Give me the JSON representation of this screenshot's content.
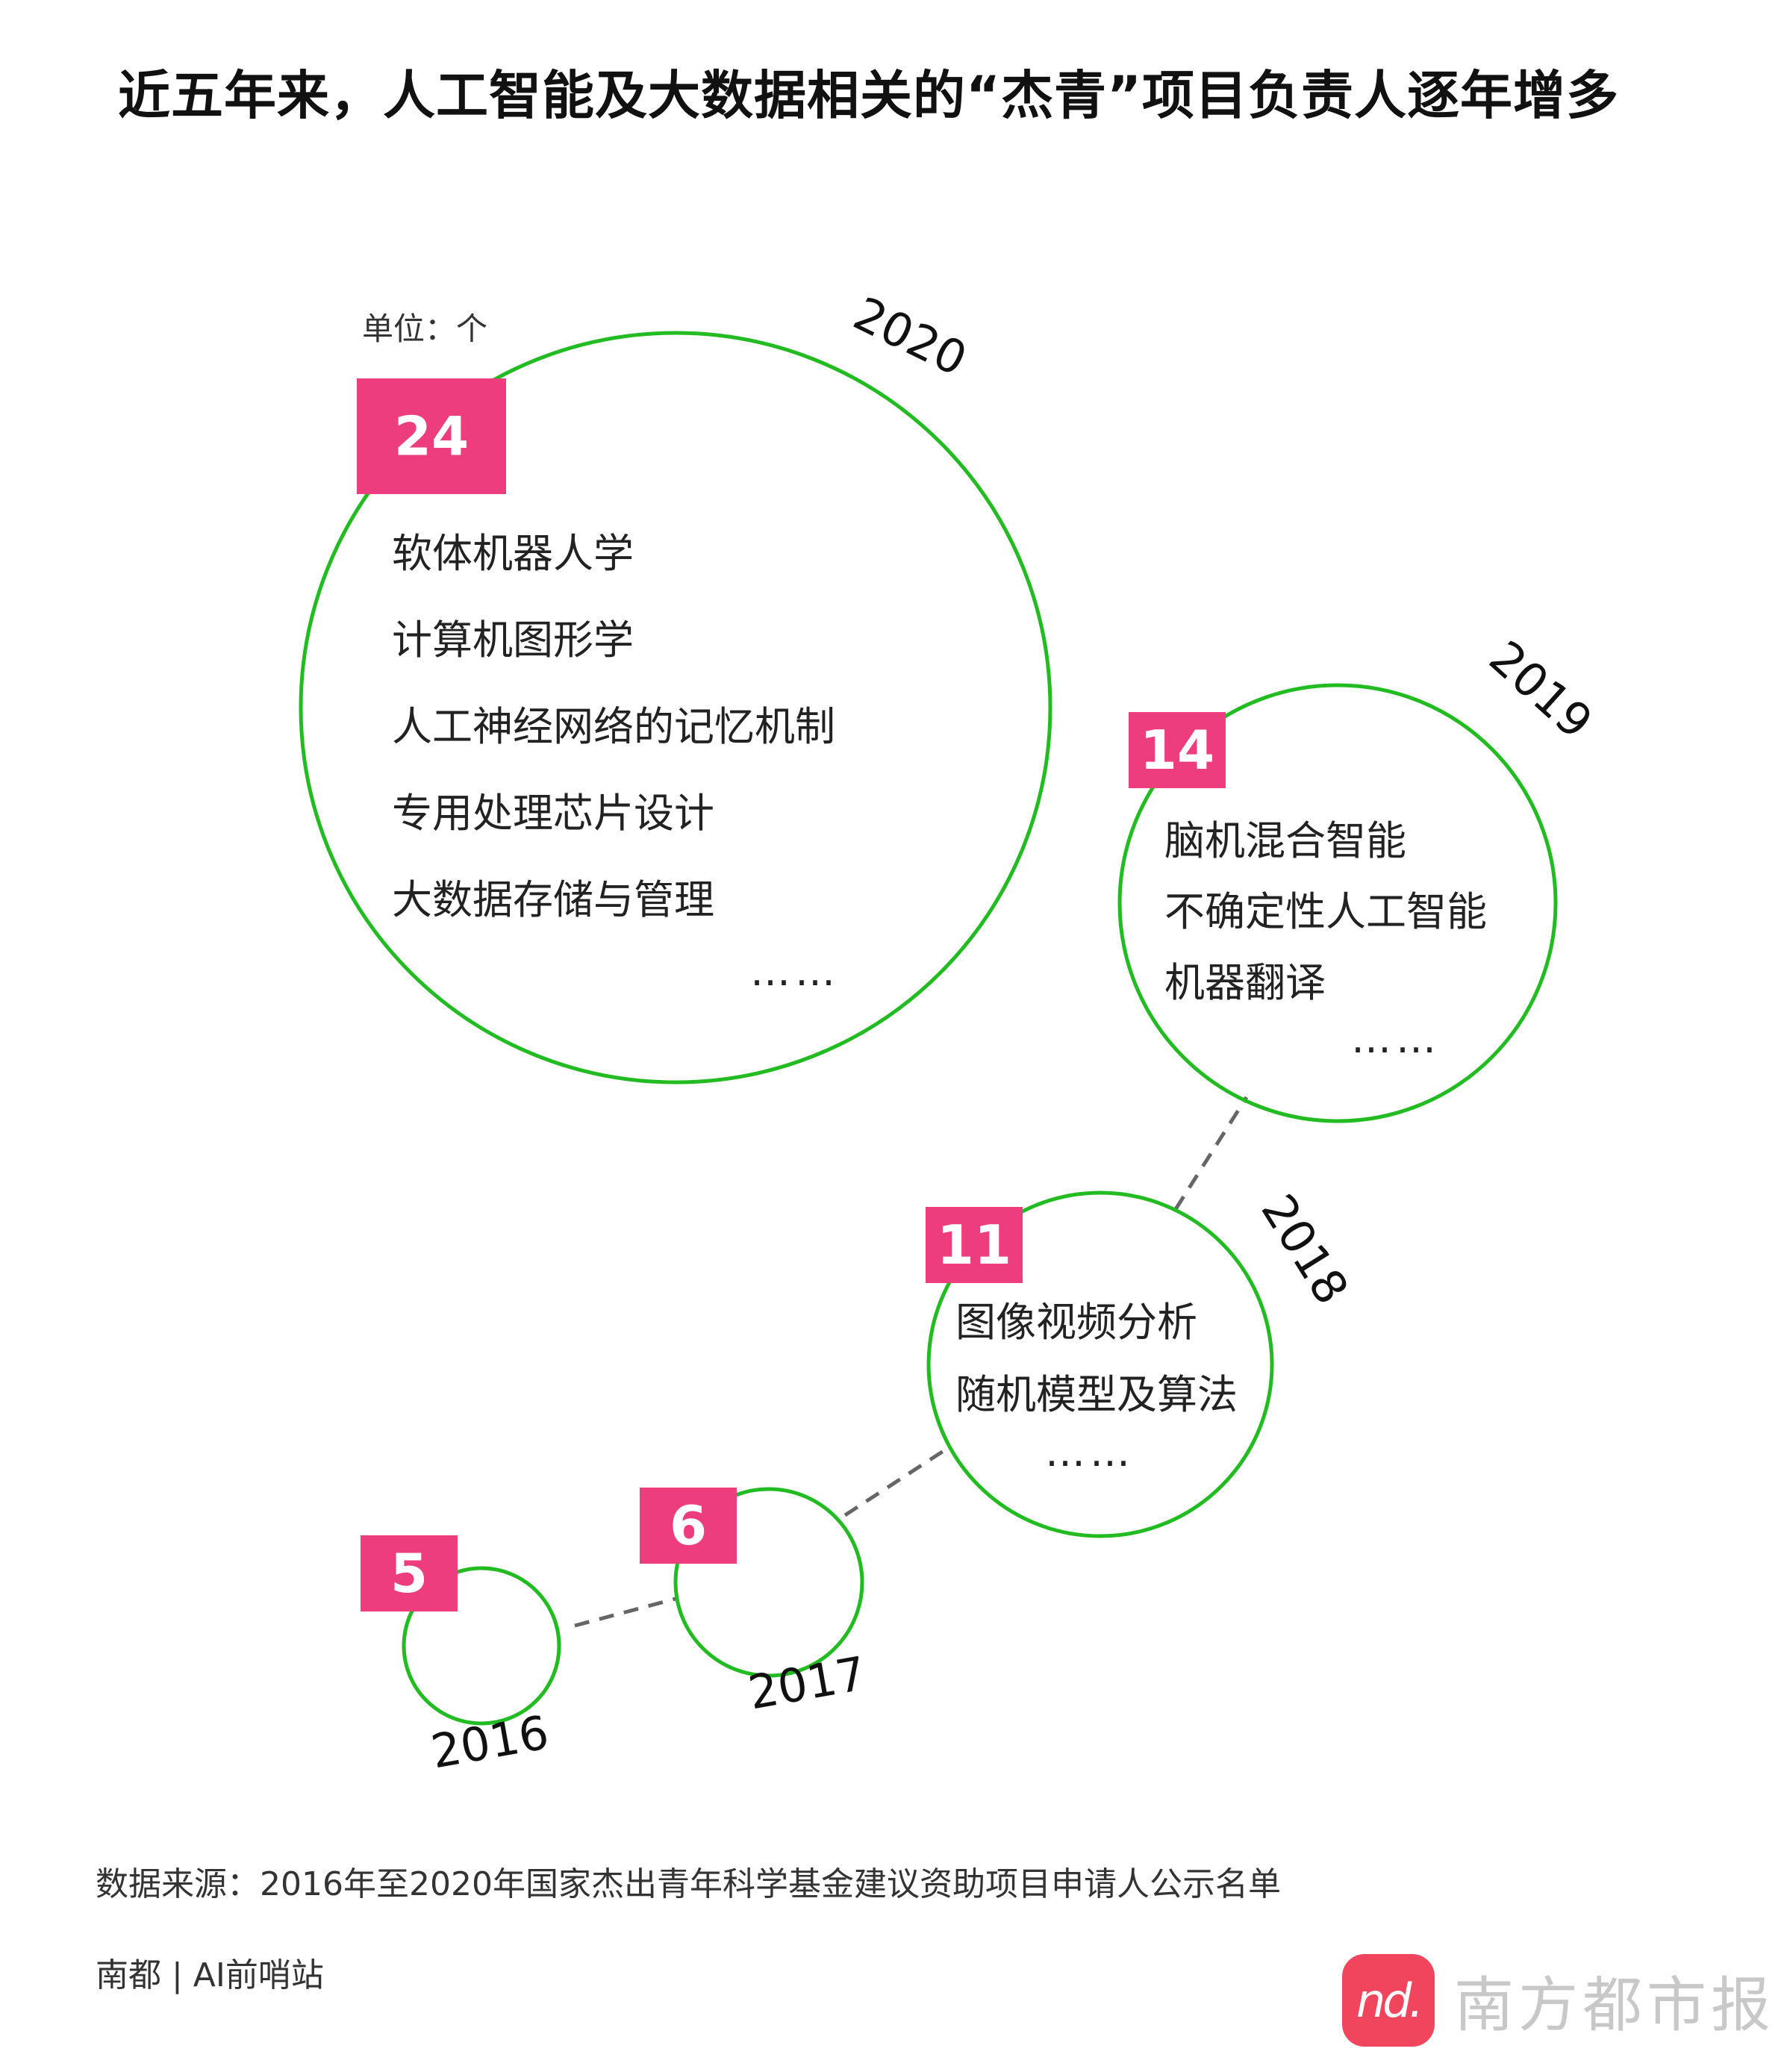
{
  "title": "近五年来，人工智能及大数据相关的“杰青”项目负责人逐年增多",
  "unit_label": "单位：个",
  "colors": {
    "circle": "#22bb22",
    "badge": "#ee3d7f",
    "connector": "#666666"
  },
  "chart_data": {
    "type": "bubble",
    "title": "近五年来，人工智能及大数据相关的“杰青”项目负责人逐年增多",
    "unit": "单位：个",
    "years": [
      "2016",
      "2017",
      "2018",
      "2019",
      "2020"
    ],
    "values": [
      5,
      6,
      11,
      14,
      24
    ],
    "topics": {
      "2016": [],
      "2017": [],
      "2018": [
        "图像视频分析",
        "随机模型及算法",
        "……"
      ],
      "2019": [
        "脑机混合智能",
        "不确定性人工智能",
        "机器翻译",
        "……"
      ],
      "2020": [
        "软体机器人学",
        "计算机图形学",
        "人工神经网络的记忆机制",
        "专用处理芯片设计",
        "大数据存储与管理",
        "……"
      ]
    }
  },
  "source": "数据来源：2016年至2020年国家杰出青年科学基金建议资助项目申请人公示名单",
  "credit": "南都 | AI前哨站",
  "logo": {
    "mark": "nd.",
    "text": "南方都市报"
  }
}
